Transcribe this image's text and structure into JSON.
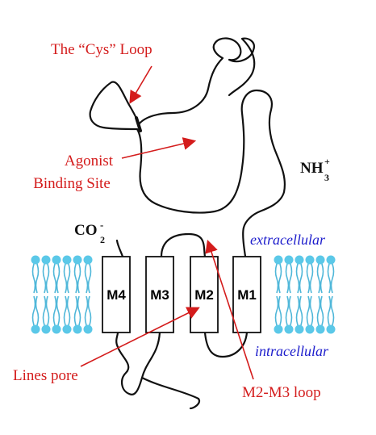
{
  "labels": {
    "cys_loop": "The “Cys” Loop",
    "agonist_line1": "Agonist",
    "agonist_line2": "Binding Site",
    "nh3_main": "NH",
    "nh3_sub": "3",
    "nh3_sup": "+",
    "co2_main": "CO",
    "co2_sub": "2",
    "co2_sup": "-",
    "extracellular": "extracellular",
    "intracellular": "intracellular",
    "lines_pore": "Lines pore",
    "m2m3_loop": "M2-M3 loop"
  },
  "segments": [
    "M4",
    "M3",
    "M2",
    "M1"
  ],
  "colors": {
    "annotation": "#d41c1c",
    "compartment": "#1d1dcc",
    "chain": "#111111",
    "lipid_head": "#5bc8e8",
    "lipid_tail": "#4fb7d9",
    "segment_fill": "#ffffff"
  }
}
